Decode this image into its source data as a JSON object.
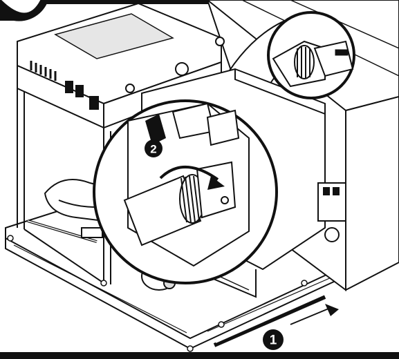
{
  "illustration": {
    "callouts": [
      {
        "id": "step-1",
        "label": "1"
      },
      {
        "id": "step-2",
        "label": "2"
      }
    ],
    "colors": {
      "line": "#111111",
      "fill": "#ffffff",
      "shade": "#d9d9d9",
      "dark": "#1a1a1a"
    }
  }
}
